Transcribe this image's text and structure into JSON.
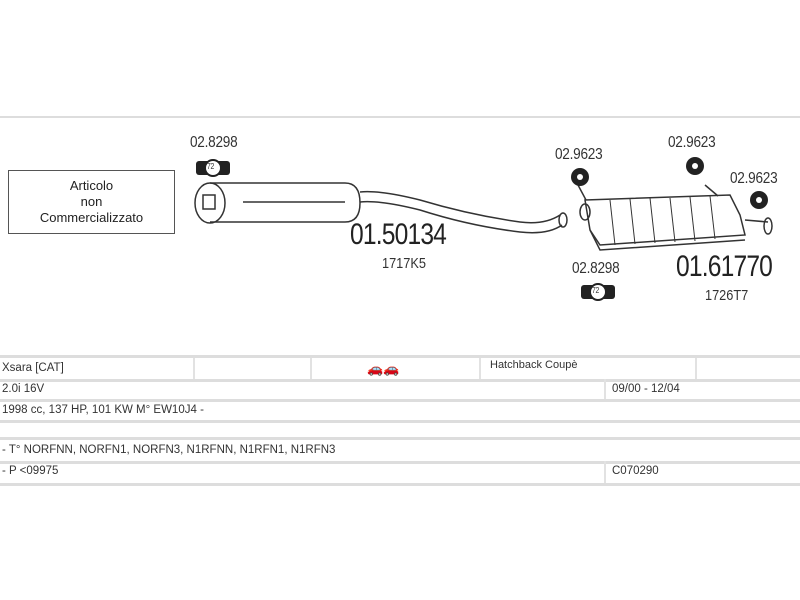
{
  "diagram": {
    "not_sold_box": {
      "line1": "Articolo",
      "line2": "non",
      "line3": "Commercializzato"
    },
    "clamp_size": "72",
    "parts": [
      {
        "code": "01.50134",
        "ref": "1717K5"
      },
      {
        "code": "01.61770",
        "ref": "1726T7"
      }
    ],
    "accessories": {
      "clamp_front": "02.8298",
      "clamp_rear": "02.8298",
      "rubber1": "02.9623",
      "rubber2": "02.9623",
      "rubber3": "02.9623"
    }
  },
  "table": {
    "model": "Xsara  [CAT]",
    "body": "Hatchback Coupè",
    "engine": "2.0i 16V",
    "years": "09/00 - 12/04",
    "specs": "1998 cc, 137 HP, 101 KW M° EW10J4 -",
    "types": "- T° NORFNN, NORFN1, NORFN3, N1RFNN, N1RFN1, N1RFN3",
    "serial": "- P <09975",
    "catalog_code": "C070290"
  }
}
